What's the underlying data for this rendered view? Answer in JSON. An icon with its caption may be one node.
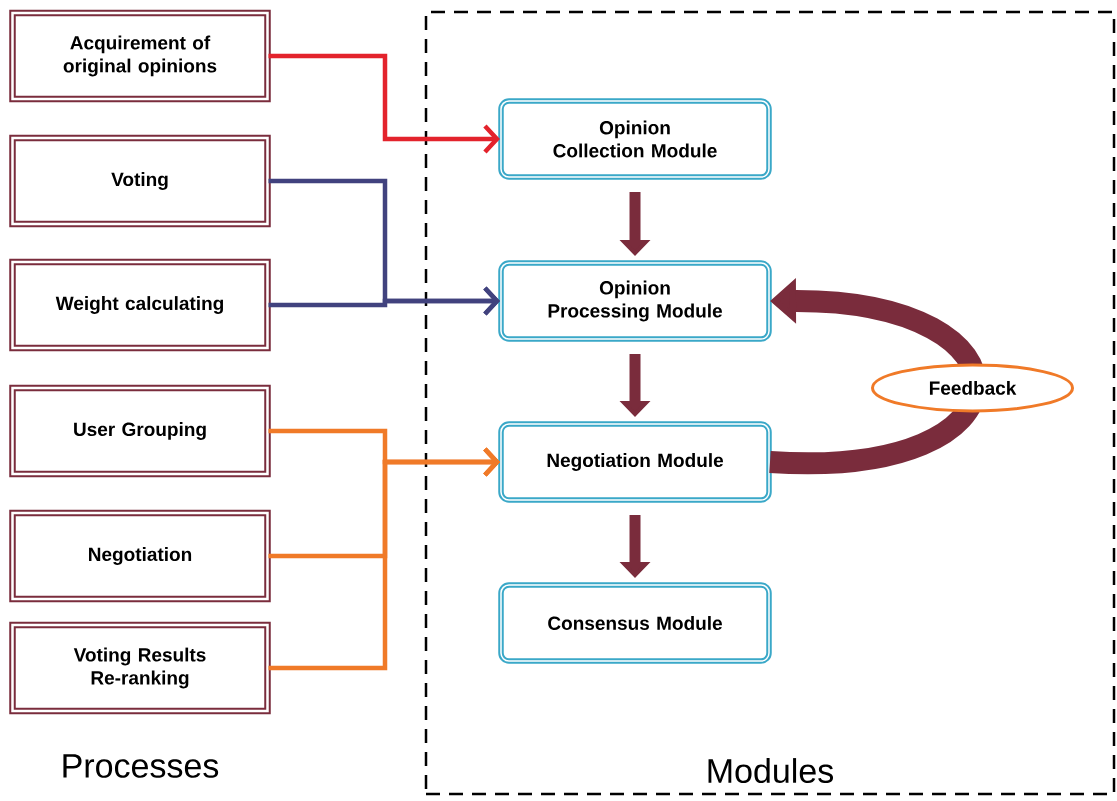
{
  "diagram": {
    "nodes": [
      {
        "text": [
          "Acquirement of original opinions"
        ]
      },
      {
        "text": [
          "Voting"
        ]
      },
      {
        "text": [
          "Weight calculating"
        ]
      },
      {
        "text": [
          "User Grouping"
        ]
      },
      {
        "text": [
          "Negotiation"
        ]
      },
      {
        "text": [
          "Voting Results Re-ranking"
        ]
      },
      {
        "text": [
          "Modules"
        ]
      },
      {
        "text": [
          "Opinion Collection Module"
        ],
        "in": 6
      },
      {
        "text": [
          "Opinion Processing Module"
        ],
        "in": 6
      },
      {
        "text": [
          "Negotiation Module"
        ],
        "in": 6
      },
      {
        "text": [
          "Consensus Module"
        ],
        "in": 6
      }
    ],
    "edges": [
      {
        "from": 0,
        "to": 7,
        "arrow": "to",
        "color": "#e3232c"
      },
      {
        "from": 1,
        "to": 8,
        "arrow": "to",
        "color": "#41427e"
      },
      {
        "from": 2,
        "to": 8,
        "arrow": "to",
        "color": "#41427e"
      },
      {
        "from": 3,
        "to": 9,
        "arrow": "to",
        "color": "#f07a28"
      },
      {
        "from": 4,
        "to": 9,
        "arrow": "to",
        "color": "#f07a28"
      },
      {
        "from": 5,
        "to": 9,
        "arrow": "to",
        "color": "#f07a28"
      },
      {
        "from": 7,
        "to": 8,
        "arrow": "to",
        "style": "thick",
        "color": "#7a2c3c"
      },
      {
        "from": 8,
        "to": 9,
        "arrow": "to",
        "style": "thick",
        "color": "#7a2c3c"
      },
      {
        "from": 9,
        "to": 10,
        "arrow": "to",
        "style": "thick",
        "color": "#7a2c3c"
      },
      {
        "from": 9,
        "to": 8,
        "arrow": "to",
        "style": "thick",
        "color": "#7a2c3c",
        "label": "Feedback"
      }
    ],
    "labels": [
      "Processes"
    ]
  }
}
